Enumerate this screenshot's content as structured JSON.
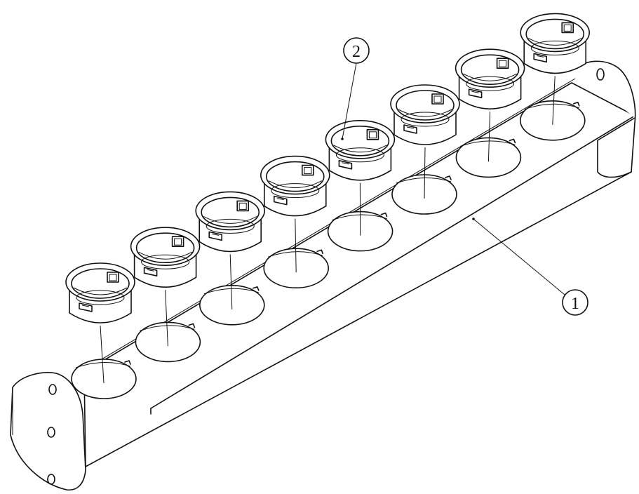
{
  "diagram": {
    "callouts": [
      {
        "id": "1",
        "label": "1"
      },
      {
        "id": "2",
        "label": "2"
      }
    ],
    "port_count": 8,
    "line_color": "#111111",
    "background_color": "#ffffff"
  }
}
